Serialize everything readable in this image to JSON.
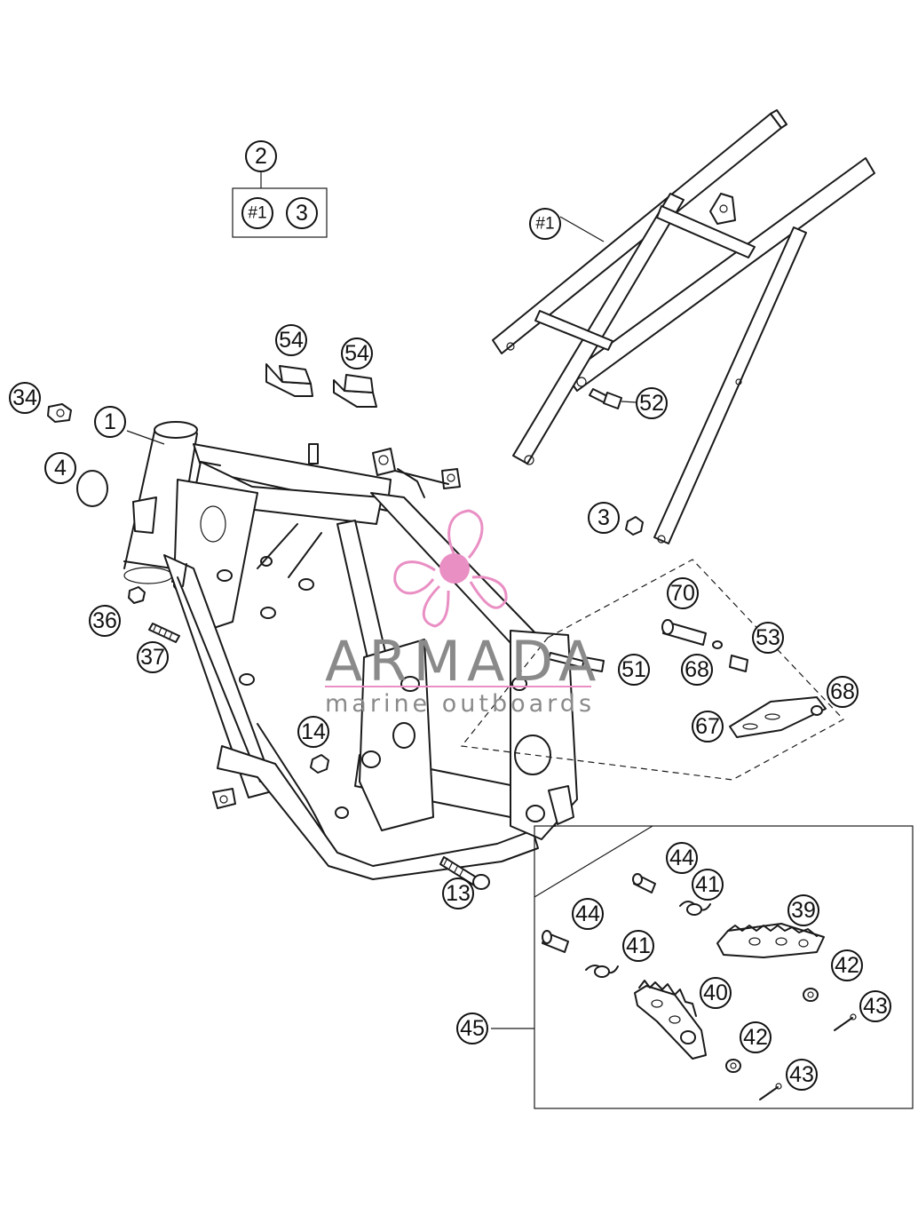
{
  "callouts": [
    {
      "id": "c-2",
      "label": "2"
    },
    {
      "id": "c-1a",
      "label": "#1"
    },
    {
      "id": "c-3a",
      "label": "3"
    },
    {
      "id": "c-1b",
      "label": "#1"
    },
    {
      "id": "c-54a",
      "label": "54"
    },
    {
      "id": "c-54b",
      "label": "54"
    },
    {
      "id": "c-34",
      "label": "34"
    },
    {
      "id": "c-1",
      "label": "1"
    },
    {
      "id": "c-4",
      "label": "4"
    },
    {
      "id": "c-52",
      "label": "52"
    },
    {
      "id": "c-3b",
      "label": "3"
    },
    {
      "id": "c-70",
      "label": "70"
    },
    {
      "id": "c-53",
      "label": "53"
    },
    {
      "id": "c-36",
      "label": "36"
    },
    {
      "id": "c-37",
      "label": "37"
    },
    {
      "id": "c-51",
      "label": "51"
    },
    {
      "id": "c-68a",
      "label": "68"
    },
    {
      "id": "c-68b",
      "label": "68"
    },
    {
      "id": "c-67",
      "label": "67"
    },
    {
      "id": "c-14",
      "label": "14"
    },
    {
      "id": "c-13",
      "label": "13"
    },
    {
      "id": "c-44a",
      "label": "44"
    },
    {
      "id": "c-41a",
      "label": "41"
    },
    {
      "id": "c-44b",
      "label": "44"
    },
    {
      "id": "c-39",
      "label": "39"
    },
    {
      "id": "c-41b",
      "label": "41"
    },
    {
      "id": "c-42a",
      "label": "42"
    },
    {
      "id": "c-40",
      "label": "40"
    },
    {
      "id": "c-43a",
      "label": "43"
    },
    {
      "id": "c-45",
      "label": "45"
    },
    {
      "id": "c-42b",
      "label": "42"
    },
    {
      "id": "c-43b",
      "label": "43"
    }
  ],
  "watermark": {
    "brand": "ARMADA",
    "tagline": "marine outboards",
    "logo_color": "#e98fc4",
    "line_color": "#e98fc4",
    "text_color": "#8a8a8a"
  }
}
